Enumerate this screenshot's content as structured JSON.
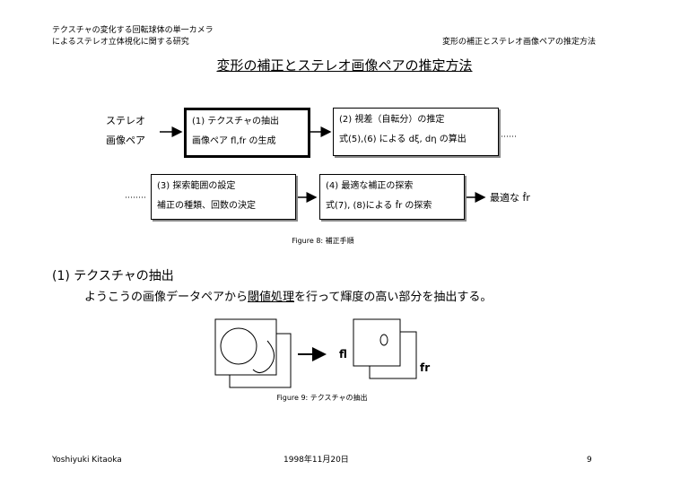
{
  "header": {
    "left_line1": "テクスチャの変化する回転球体の単一カメラ",
    "left_line2": "によるステレオ立体視化に関する研究",
    "right": "変形の補正とステレオ画像ペアの推定方法"
  },
  "title": "変形の補正とステレオ画像ペアの推定方法",
  "flow": {
    "input_line1": "ステレオ",
    "input_line2": "画像ペア",
    "step1_line1": "(1) テクスチャの抽出",
    "step1_line2": "画像ペア fl,fr の生成",
    "step2_line1": "(2) 視差（自転分）の推定",
    "step2_line2": "式(5),(6) による dξ, dη の算出",
    "step3_line1": "(3) 探索範囲の設定",
    "step3_line2": "補正の種類、回数の決定",
    "step4_line1": "(4) 最適な補正の探索",
    "step4_line2": "式(7), (8)による f̂r の探索",
    "output": "最適な f̂r"
  },
  "figure8_caption": "Figure 8: 補正手順",
  "section": {
    "heading": "(1) テクスチャの抽出",
    "body_pre": "ようこうの画像データペアから",
    "body_underlined": "閾値処理",
    "body_post": "を行って輝度の高い部分を抽出する。"
  },
  "figure9": {
    "fl_label": "fl",
    "fr_label": "fr",
    "caption": "Figure 9: テクスチャの抽出"
  },
  "footer": {
    "author": "Yoshiyuki Kitaoka",
    "date": "1998年11月20日",
    "page": "9"
  }
}
